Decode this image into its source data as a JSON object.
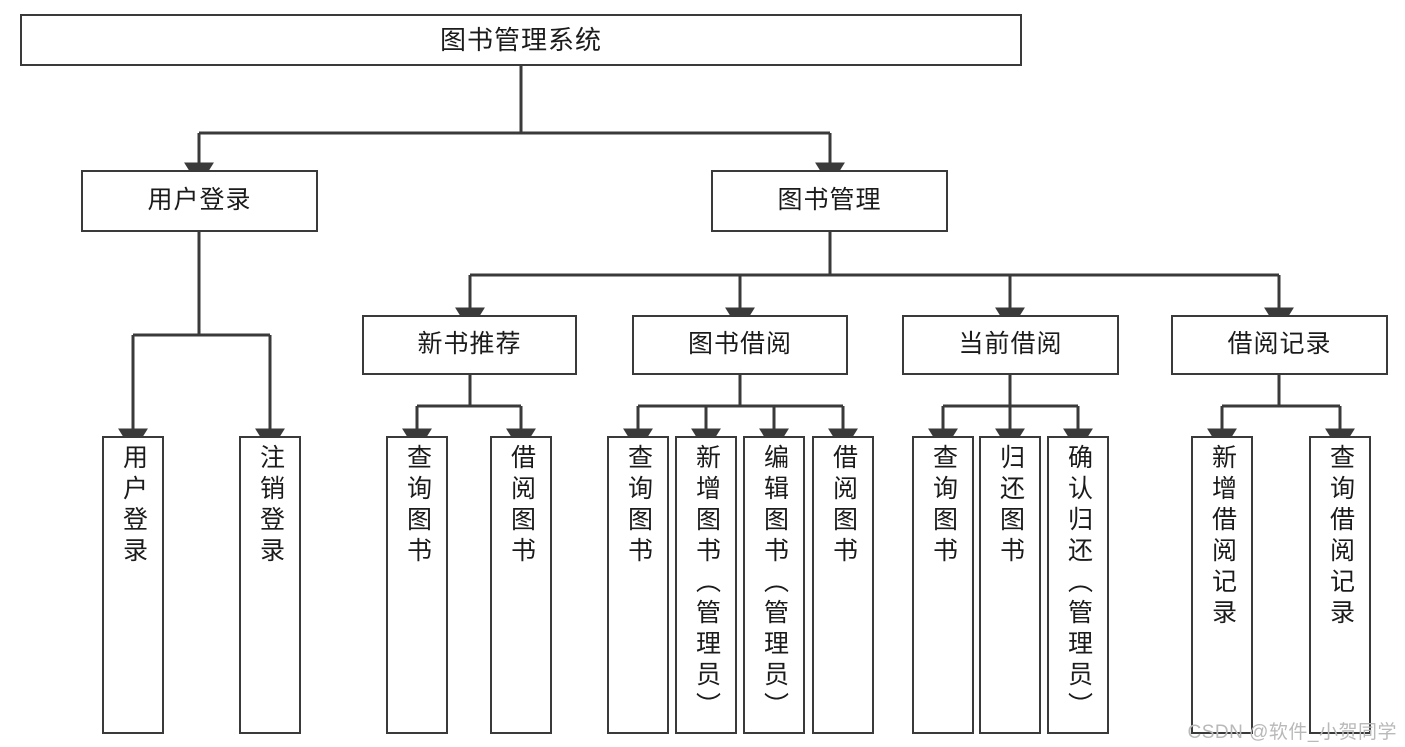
{
  "diagram": {
    "title": "图书管理系统",
    "type": "tree",
    "watermark": "CSDN @软件_小贺同学",
    "colors": {
      "box_border": "#3a3a3a",
      "box_fill": "#ffffff",
      "connector": "#3a3a3a",
      "text": "#1b1b1b",
      "watermark": "#b9b9b9"
    },
    "nodes": {
      "root": {
        "label": "图书管理系统"
      },
      "level2": [
        {
          "id": "user-login",
          "label": "用户登录"
        },
        {
          "id": "book-manage",
          "label": "图书管理"
        }
      ],
      "level3": [
        {
          "id": "new-book-recommend",
          "label": "新书推荐"
        },
        {
          "id": "book-borrow",
          "label": "图书借阅"
        },
        {
          "id": "current-borrow",
          "label": "当前借阅"
        },
        {
          "id": "borrow-record",
          "label": "借阅记录"
        }
      ],
      "leaves": [
        {
          "id": "leaf-user-login",
          "label": "用户登录"
        },
        {
          "id": "leaf-user-logout",
          "label": "注销登录"
        },
        {
          "id": "leaf-query-book-1",
          "label": "查询图书"
        },
        {
          "id": "leaf-borrow-book-1",
          "label": "借阅图书"
        },
        {
          "id": "leaf-query-book-2",
          "label": "查询图书"
        },
        {
          "id": "leaf-add-book",
          "label": "新增图书（管理员）"
        },
        {
          "id": "leaf-edit-book",
          "label": "编辑图书（管理员）"
        },
        {
          "id": "leaf-borrow-book-2",
          "label": "借阅图书"
        },
        {
          "id": "leaf-query-book-3",
          "label": "查询图书"
        },
        {
          "id": "leaf-return-book",
          "label": "归还图书"
        },
        {
          "id": "leaf-confirm-return",
          "label": "确认归还（管理员）"
        },
        {
          "id": "leaf-add-record",
          "label": "新增借阅记录"
        },
        {
          "id": "leaf-query-record",
          "label": "查询借阅记录"
        }
      ]
    },
    "edges": [
      {
        "from": "root",
        "to": "user-login"
      },
      {
        "from": "root",
        "to": "book-manage"
      },
      {
        "from": "book-manage",
        "to": "new-book-recommend"
      },
      {
        "from": "book-manage",
        "to": "book-borrow"
      },
      {
        "from": "book-manage",
        "to": "current-borrow"
      },
      {
        "from": "book-manage",
        "to": "borrow-record"
      },
      {
        "from": "user-login",
        "to": "leaf-user-login"
      },
      {
        "from": "user-login",
        "to": "leaf-user-logout"
      },
      {
        "from": "new-book-recommend",
        "to": "leaf-query-book-1"
      },
      {
        "from": "new-book-recommend",
        "to": "leaf-borrow-book-1"
      },
      {
        "from": "book-borrow",
        "to": "leaf-query-book-2"
      },
      {
        "from": "book-borrow",
        "to": "leaf-add-book"
      },
      {
        "from": "book-borrow",
        "to": "leaf-edit-book"
      },
      {
        "from": "book-borrow",
        "to": "leaf-borrow-book-2"
      },
      {
        "from": "current-borrow",
        "to": "leaf-query-book-3"
      },
      {
        "from": "current-borrow",
        "to": "leaf-return-book"
      },
      {
        "from": "current-borrow",
        "to": "leaf-confirm-return"
      },
      {
        "from": "borrow-record",
        "to": "leaf-add-record"
      },
      {
        "from": "borrow-record",
        "to": "leaf-query-record"
      }
    ]
  }
}
